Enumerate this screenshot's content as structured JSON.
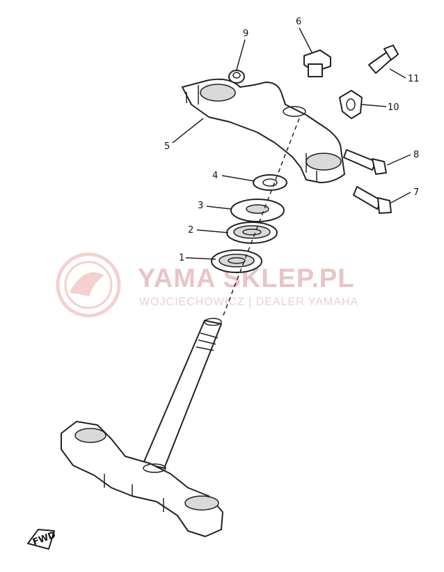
{
  "callouts": [
    "1",
    "2",
    "3",
    "4",
    "5",
    "6",
    "7",
    "8",
    "9",
    "10",
    "11"
  ],
  "watermark": {
    "title": "YAMA SKLEP.PL",
    "subtitle": "WOJCIECHOWICZ | DEALER YAMAHA",
    "color": "#e8b4b4"
  },
  "fwd_badge": "FWD"
}
